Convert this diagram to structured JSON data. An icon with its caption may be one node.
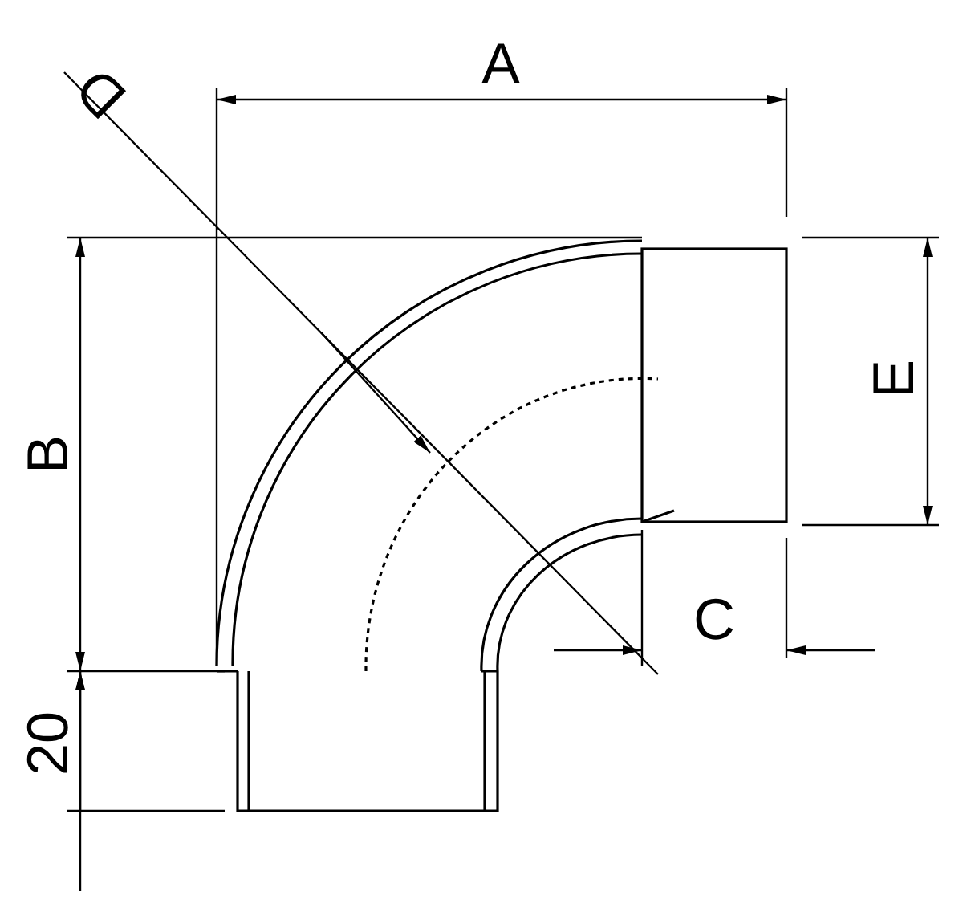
{
  "diagram": {
    "labels": [
      "A",
      "D",
      "B",
      "E",
      "C",
      "20"
    ]
  }
}
